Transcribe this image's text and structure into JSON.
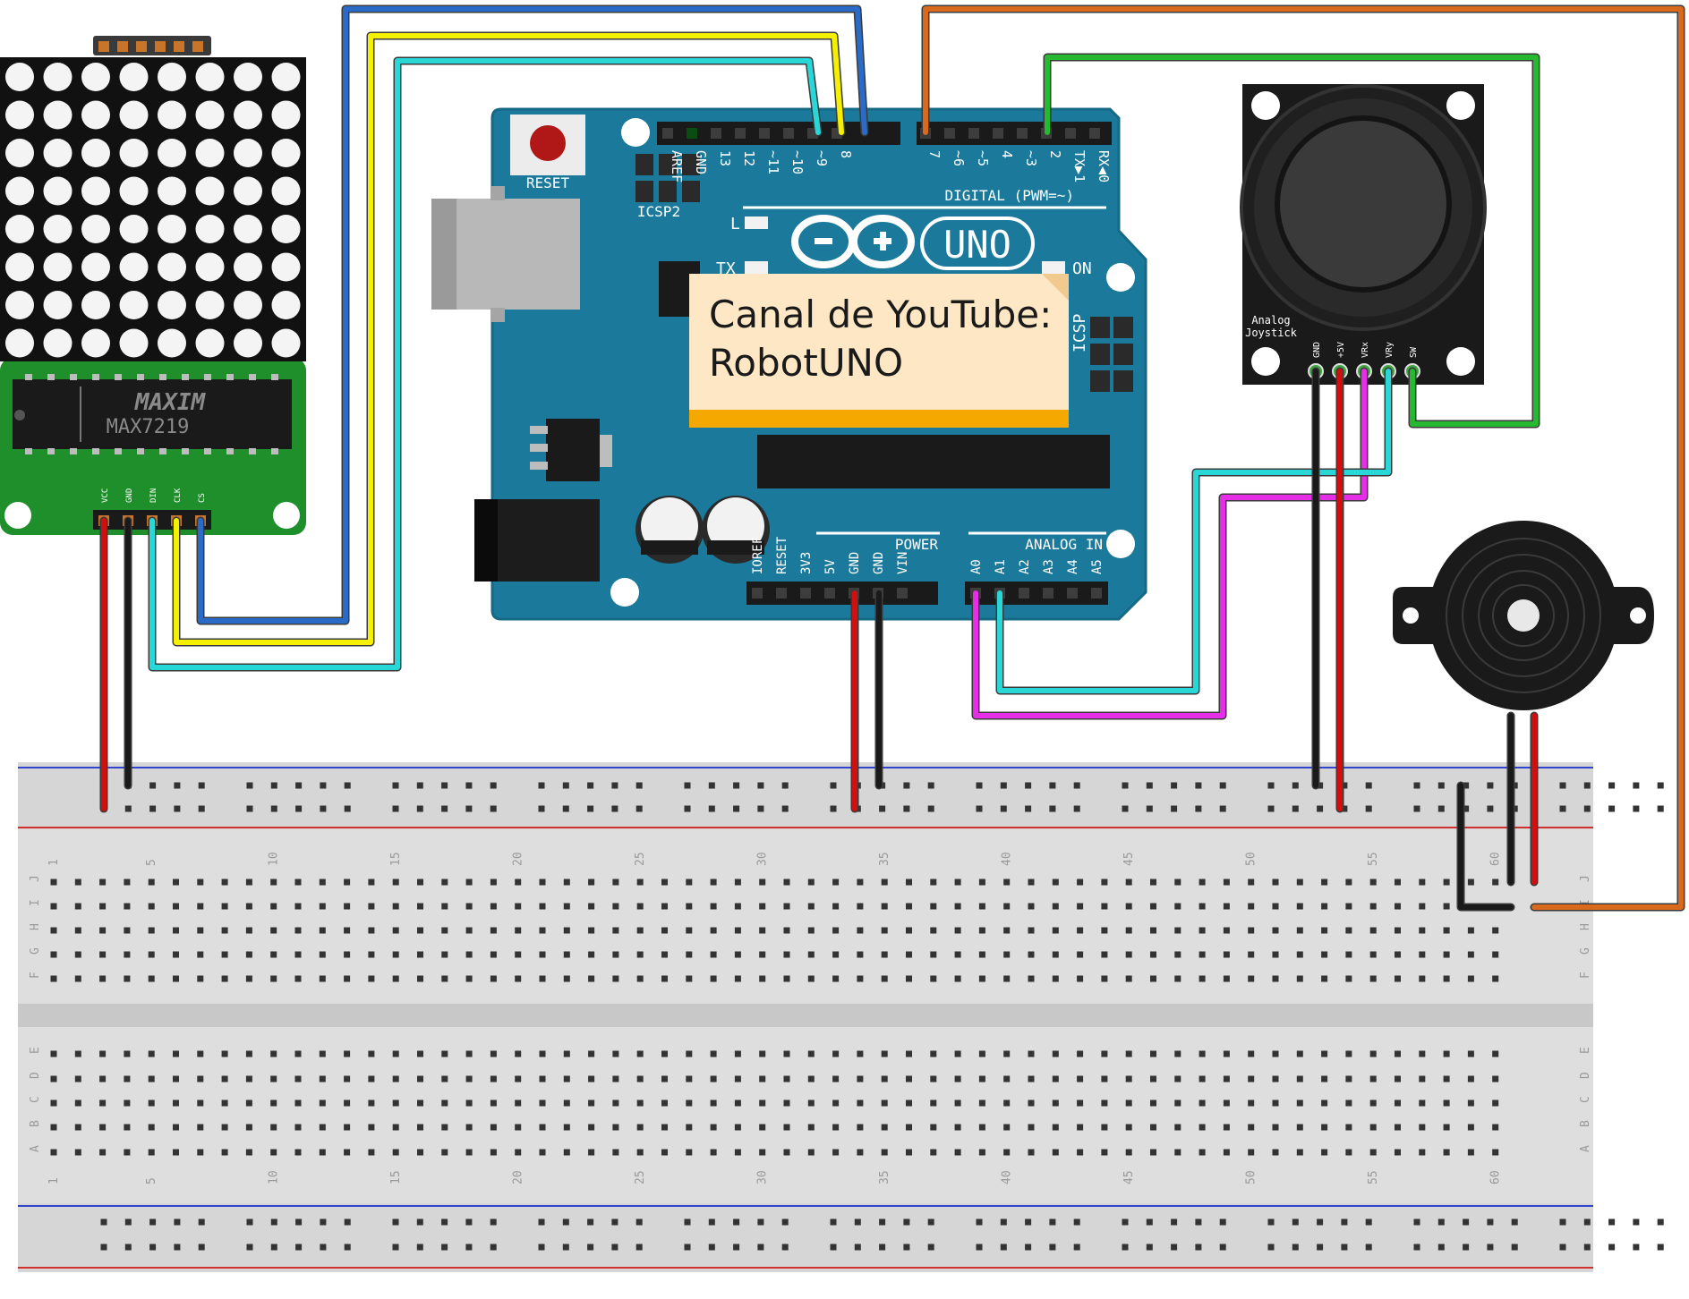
{
  "colors": {
    "arduino_board": "#1b7a9c",
    "matrix_pcb": "#1f8f2b",
    "breadboard": "#dcdcdc",
    "wire_red": "#d10f0f",
    "wire_black": "#1a1a1a",
    "wire_blue": "#2a6bc8",
    "wire_yellow": "#f5f000",
    "wire_cyan": "#2ad7d7",
    "wire_orange": "#d9691c",
    "wire_green": "#25b830",
    "wire_magenta": "#e52ee5",
    "note_bg": "#fde7c4"
  },
  "note": {
    "line1": "Canal de YouTube:",
    "line2": "RobotUNO"
  },
  "matrix": {
    "chip_brand": "MAXIM",
    "chip_part": "MAX7219",
    "pins": [
      "VCC",
      "GND",
      "DIN",
      "CLK",
      "CS"
    ]
  },
  "arduino": {
    "reset": "RESET",
    "icsp2": "ICSP2",
    "icsp": "ICSP",
    "digital": "DIGITAL (PWM=~)",
    "logo": "UNO",
    "led_l": "L",
    "led_tx": "TX",
    "led_on": "ON",
    "power": "POWER",
    "analog": "ANALOG IN",
    "digital_pins": [
      "AREF",
      "GND",
      "13",
      "12",
      "~11",
      "~10",
      "~9",
      "8",
      "7",
      "~6",
      "~5",
      "4",
      "~3",
      "2",
      "TX▶1",
      "RX◀0"
    ],
    "power_pins": [
      "IOREF",
      "RESET",
      "3V3",
      "5V",
      "GND",
      "GND",
      "VIN"
    ],
    "analog_pins": [
      "A0",
      "A1",
      "A2",
      "A3",
      "A4",
      "A5"
    ]
  },
  "joystick": {
    "label1": "Analog",
    "label2": "Joystick",
    "pins": [
      "GND",
      "+5V",
      "VRx",
      "VRy",
      "SW"
    ]
  },
  "breadboard": {
    "column_numbers": [
      "1",
      "5",
      "10",
      "15",
      "20",
      "25",
      "30",
      "35",
      "40",
      "45",
      "50",
      "55",
      "60"
    ],
    "rows_top": [
      "J",
      "I",
      "H",
      "G",
      "F"
    ],
    "rows_bottom": [
      "E",
      "D",
      "C",
      "B",
      "A"
    ]
  }
}
